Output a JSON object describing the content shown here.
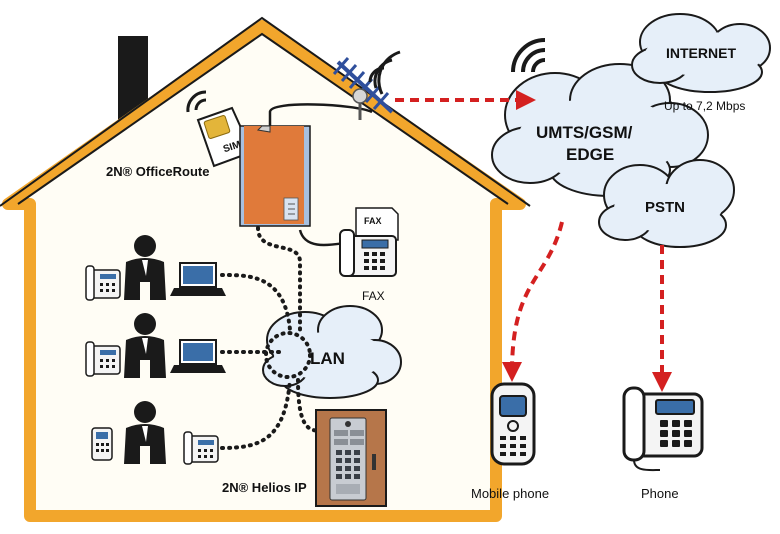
{
  "labels": {
    "officeroute": "2N® OfficeRoute",
    "sim": "SIM",
    "fax_paper": "FAX",
    "fax_caption": "FAX",
    "lan": "LAN",
    "helios": "2N® Helios IP",
    "umts_line1": "UMTS/GSM/",
    "umts_line2": "EDGE",
    "internet": "INTERNET",
    "speed": "Up to 7,2 Mbps",
    "pstn": "PSTN",
    "mobile_phone": "Mobile phone",
    "phone": "Phone"
  },
  "colors": {
    "house_outline": "#f2a62c",
    "house_fill": "#fffdf5",
    "chimney": "#1a1a1a",
    "router_body": "#e07a3a",
    "router_panel": "#a7c0e0",
    "cloud_fill": "#e6eff9",
    "cloud_stroke": "#1a1a1a",
    "wireless_link": "#d42020",
    "helios_body": "#b6764a",
    "screen": "#3a6ea8"
  },
  "icons": {
    "antenna": "yagi-antenna-icon",
    "sim": "sim-card-icon",
    "fax": "fax-machine-icon",
    "desk_phone": "desk-phone-icon",
    "person": "businessman-icon",
    "laptop": "laptop-icon",
    "intercom": "door-intercom-icon",
    "mobile": "mobile-phone-icon",
    "landline": "landline-phone-icon"
  }
}
